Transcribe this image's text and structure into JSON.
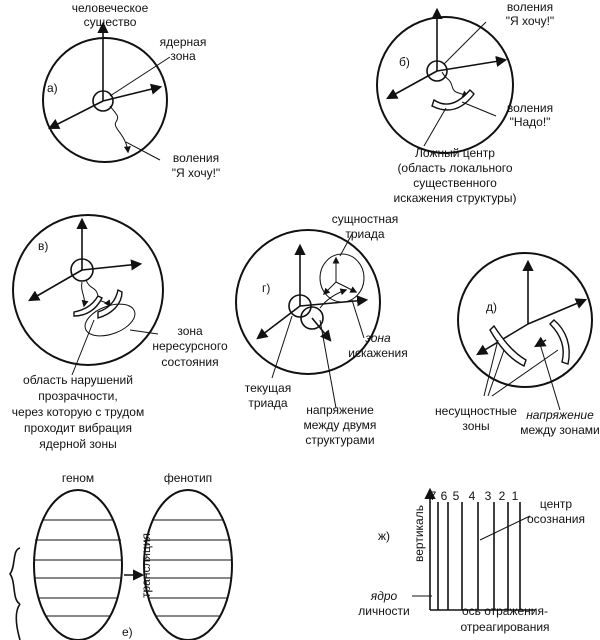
{
  "diagrams": {
    "a": {
      "letter": "а)",
      "label_human": [
        "человеческое",
        "существо"
      ],
      "label_nuclear": [
        "ядерная",
        "зона"
      ],
      "label_will": [
        "воления",
        "\"Я хочу!\""
      ]
    },
    "b": {
      "letter": "б)",
      "label_will_want": [
        "воления",
        "\"Я хочу!\""
      ],
      "label_will_must": [
        "воления",
        "\"Надо!\""
      ],
      "label_false_center": [
        "Ложный центр",
        "(область локального",
        "существенного",
        "искажения структуры)"
      ]
    },
    "v": {
      "letter": "в)",
      "label_zone": [
        "зона",
        "нересурсного",
        "состояния"
      ],
      "label_violation": [
        "область нарушений",
        "прозрачности,",
        "через которую с трудом",
        "проходит вибрация",
        "ядерной зоны"
      ]
    },
    "g": {
      "letter": "г)",
      "label_essential": [
        "сущностная",
        "триада"
      ],
      "label_distortion": [
        "зона",
        "искажения"
      ],
      "label_current": [
        "текущая",
        "триада"
      ],
      "label_tension": [
        "напряжение",
        "между двумя",
        "структурами"
      ]
    },
    "d": {
      "letter": "д)",
      "label_nonessential": [
        "несущностные",
        "зоны"
      ],
      "label_tension": [
        "напряжение",
        "между зонами"
      ]
    },
    "e": {
      "letter": "е)",
      "label_genome": "геном",
      "label_phenotype": "фенотип",
      "label_translation": "трансляция"
    },
    "zh": {
      "letter": "ж)",
      "label_vertical": "вертикаль",
      "label_numbers": [
        "7",
        "6",
        "5",
        "4",
        "3",
        "2",
        "1"
      ],
      "label_center": [
        "центр",
        "осознания"
      ],
      "label_core": [
        "ядро",
        "личности"
      ],
      "label_axis": [
        "ось отражения-",
        "отреагирования"
      ]
    }
  }
}
